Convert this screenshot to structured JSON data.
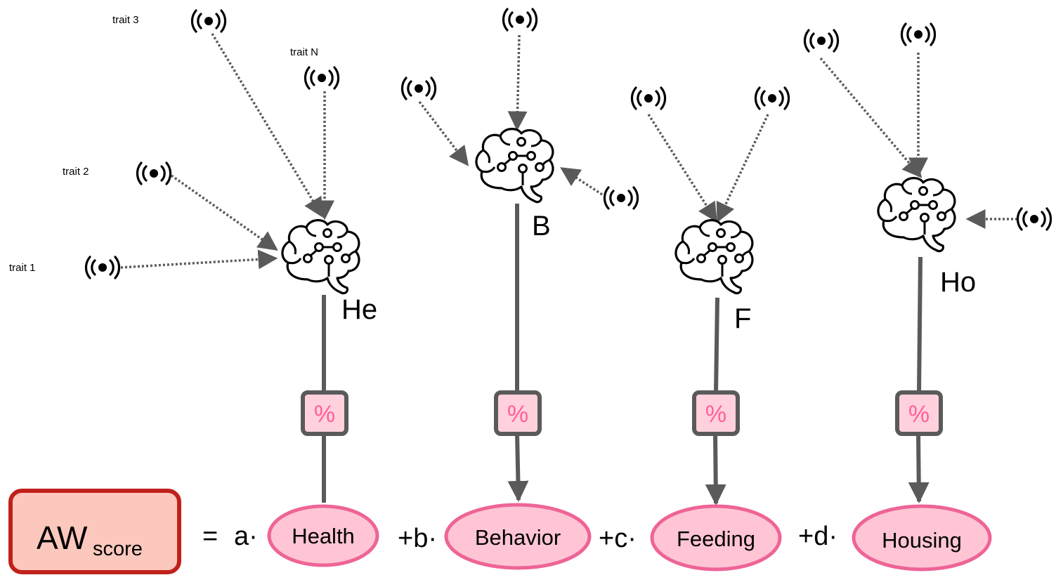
{
  "trait_labels": {
    "t1": "trait 1",
    "t2": "trait 2",
    "t3": "trait 3",
    "tn": "trait N"
  },
  "categories": [
    {
      "abbr": "He",
      "name": "Health",
      "coef": "a·",
      "percent": "%"
    },
    {
      "abbr": "B",
      "name": "Behavior",
      "coef": "+b·",
      "percent": "%"
    },
    {
      "abbr": "F",
      "name": "Feeding",
      "coef": "+c·",
      "percent": "%"
    },
    {
      "abbr": "Ho",
      "name": "Housing",
      "coef": "+d·",
      "percent": "%"
    }
  ],
  "score": {
    "main": "AW",
    "sub": "score",
    "equals": "="
  },
  "colors": {
    "connector": "#5a5a5a",
    "percent_fill": "#ffd1dc",
    "percent_text": "#ff5f9a",
    "ellipse_fill": "#ffc5d5",
    "ellipse_stroke": "#ee6497",
    "score_fill": "#fcc8bd",
    "score_stroke": "#c0211b"
  },
  "icons": {
    "sensor": "sensor-broadcast-icon",
    "brain": "brain-circuit-icon"
  }
}
